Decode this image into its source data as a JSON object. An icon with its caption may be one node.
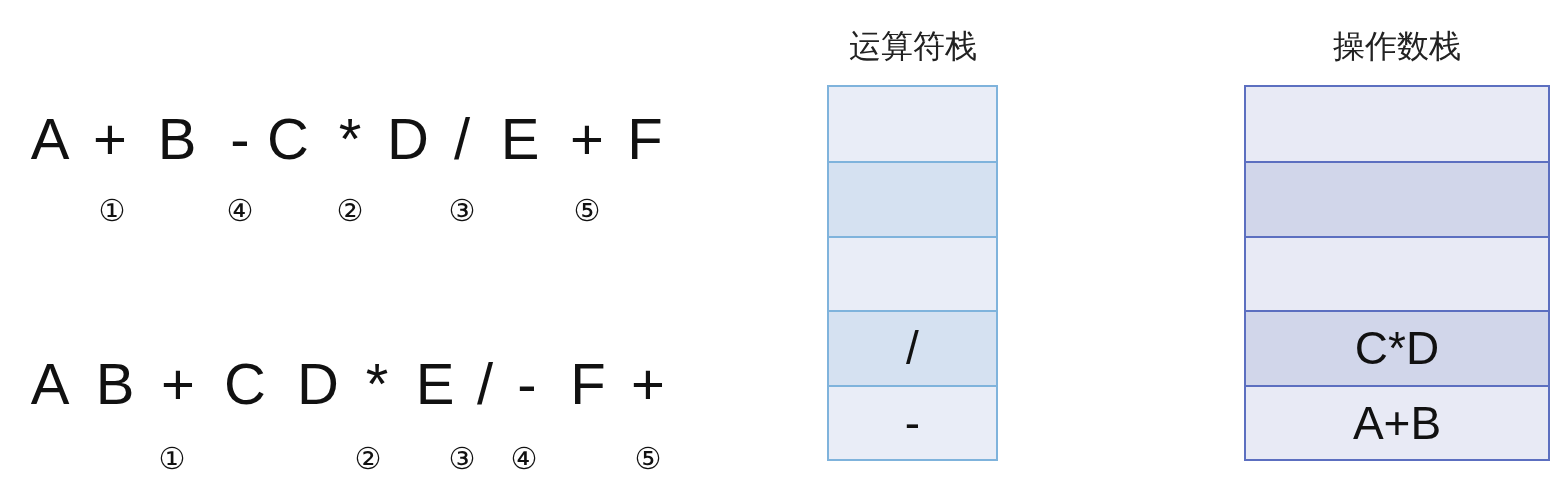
{
  "diagram": {
    "nodes": [
      {
        "text": [
          "运算符栈"
        ]
      },
      {
        "text": [],
        "shape": "box",
        "in": 0
      },
      {
        "text": [],
        "shape": "box",
        "in": 0
      },
      {
        "text": [],
        "shape": "box",
        "in": 0
      },
      {
        "text": [
          "/"
        ],
        "in": 0
      },
      {
        "text": [
          "-"
        ],
        "in": 0
      },
      {
        "text": [
          "操作数栈"
        ]
      },
      {
        "text": [],
        "shape": "box",
        "in": 6
      },
      {
        "text": [],
        "shape": "box",
        "in": 6
      },
      {
        "text": [],
        "shape": "box",
        "in": 6
      },
      {
        "text": [
          "C*D"
        ],
        "in": 6
      },
      {
        "text": [
          "A+B"
        ],
        "in": 6
      }
    ],
    "labels": [
      "A",
      "+",
      "B",
      "-",
      "C",
      "*",
      "D",
      "/",
      "E",
      "+",
      "F",
      "①",
      "④",
      "②",
      "③",
      "⑤",
      "A",
      "B",
      "+",
      "C",
      "D",
      "*",
      "E",
      "/",
      "-",
      "F",
      "+",
      "①",
      "②",
      "③",
      "④",
      "⑤"
    ]
  }
}
